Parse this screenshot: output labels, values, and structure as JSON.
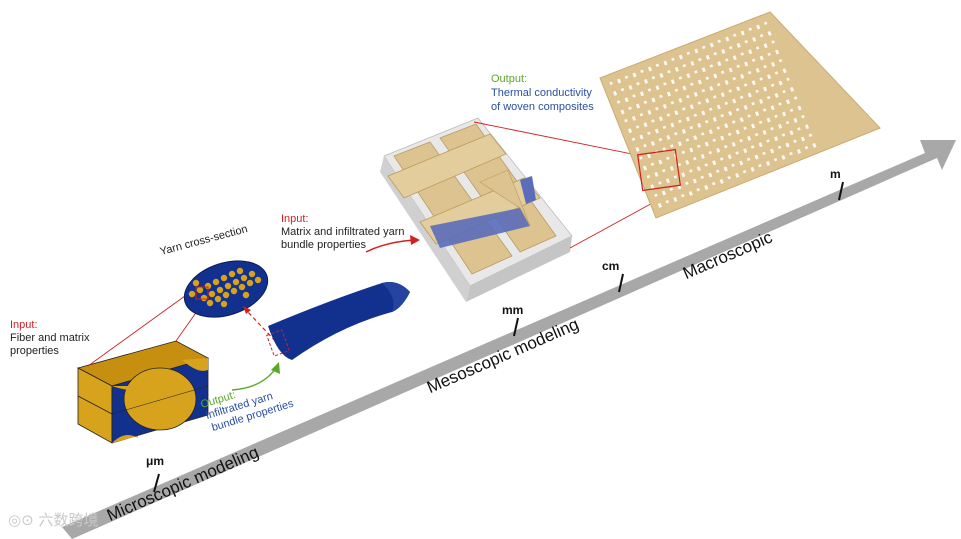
{
  "colors": {
    "fiber_gold": "#d7a21c",
    "matrix_blue": "#12318e",
    "weave_tan": "#dcc38f",
    "arrow_gray": "#a8a8a8",
    "input_red": "#d21f1f",
    "output_green": "#5aa82a",
    "output_blue": "#2a4fa0"
  },
  "labels": {
    "input1_head": "Input:",
    "input1_line1": "Fiber and matrix",
    "input1_line2": "properties",
    "yarn_cross": "Yarn cross-section",
    "input2_head": "Input:",
    "input2_line1": "Matrix and infiltrated yarn",
    "input2_line2": "bundle properties",
    "output1_head": "Output:",
    "output1_line1": "Infiltrated yarn",
    "output1_line2": "bundle properties",
    "output2_head": "Output:",
    "output2_line1": "Thermal conductivity",
    "output2_line2": "of woven composites"
  },
  "scale": {
    "ticks": [
      "μm",
      "mm",
      "cm",
      "m"
    ],
    "stages": [
      "Microscopic modeling",
      "Mesoscopic modeling",
      "Macroscopic"
    ]
  },
  "watermark": "六数跨境"
}
